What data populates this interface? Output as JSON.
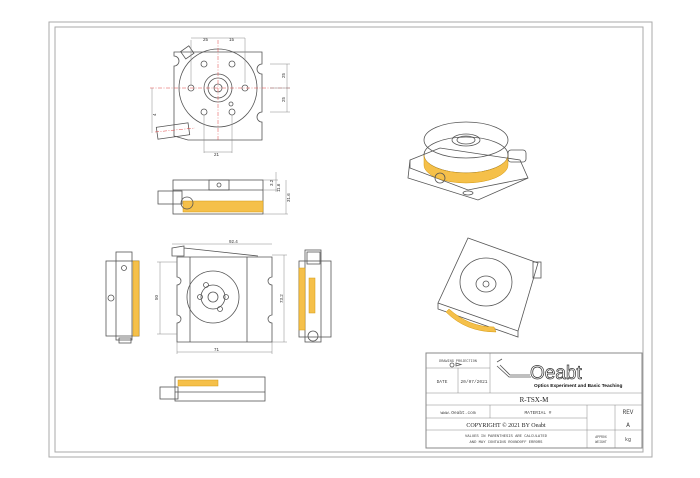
{
  "drawing": {
    "dimensions": {
      "top_left_width": "25",
      "top_right_width": "15",
      "top_upper_height": "25",
      "top_lower_height": "25",
      "top_bottom_width": "21",
      "top_left_offset": "4",
      "side_small_a": "3.2",
      "side_small_b": "11.6",
      "side_height": "31.6",
      "front_width": "92.4",
      "front_left_height": "50",
      "front_right_height": "73.2",
      "front_bottom_width": "71"
    }
  },
  "title_block": {
    "drawing_projection_label": "DRAWING PROJECTION",
    "date_label": "DATE",
    "date_value": "20/07/2021",
    "logo_text": "Oeabt",
    "logo_tagline": "Optics Experiment and Basic Teaching",
    "part_number": "R-TSX-M",
    "website": "www.Oeabt.com",
    "material_label": "MATERIAL #",
    "rev_label": "REV",
    "rev_value": "A",
    "copyright": "COPYRIGHT © 2021 BY Oeabt",
    "note_line1": "VALUES IN PARENTHESIS ARE CALCULATED",
    "note_line2": "AND MAY CONTAINS ROUNDOFF ERRORS",
    "weight_label_line1": "APPROX",
    "weight_label_line2": "WEIGHT",
    "weight_unit": "kg"
  },
  "colors": {
    "scale": "#f5c04a",
    "centerline": "#e04040",
    "line": "#555555"
  }
}
